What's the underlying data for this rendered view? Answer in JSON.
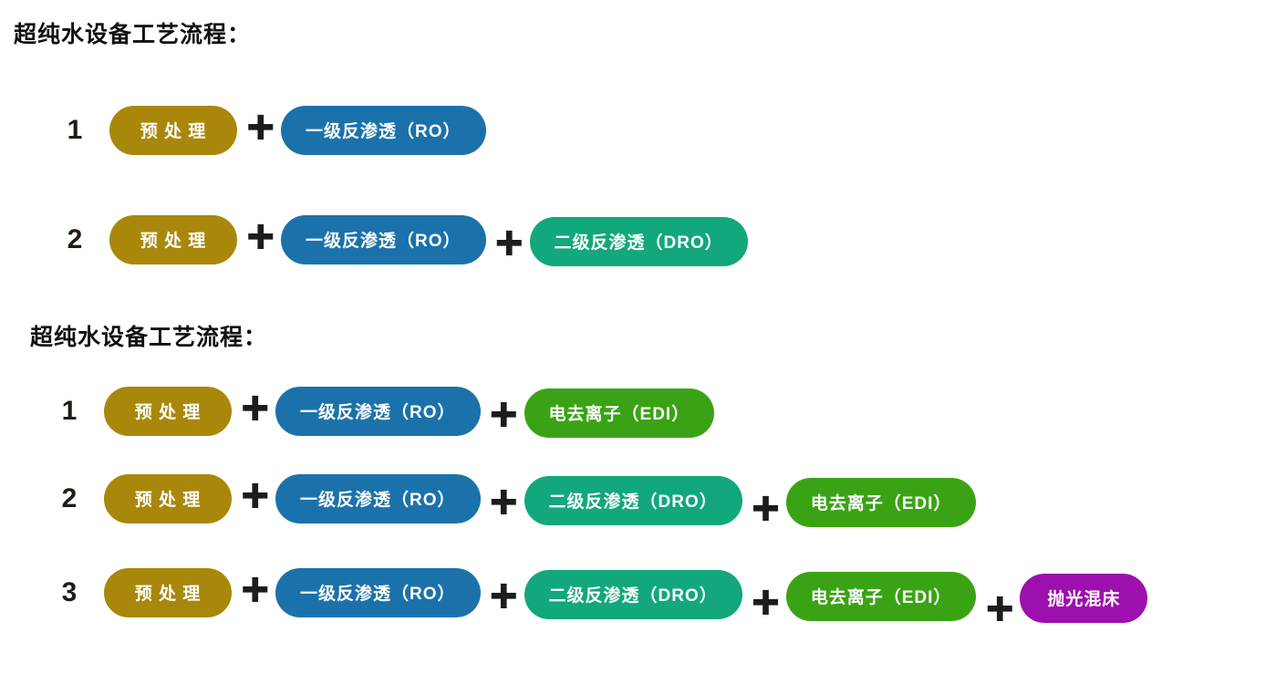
{
  "background": "#ffffff",
  "palette": {
    "gold": "#a9870b",
    "blue": "#1b72ab",
    "teal": "#12a77c",
    "green": "#3aa315",
    "purple": "#9c10ad",
    "plus_color": "#1c1c1c",
    "number_color": "#241a15",
    "title_color": "#111111"
  },
  "icons": {
    "plus": "+"
  },
  "sections": [
    {
      "title": "超纯水设备工艺流程：",
      "rows": [
        {
          "number": "1",
          "steps": [
            {
              "label": "预 处 理",
              "color": "gold"
            },
            {
              "label": "一级反渗透（RO）",
              "color": "blue"
            }
          ]
        },
        {
          "number": "2",
          "steps": [
            {
              "label": "预 处 理",
              "color": "gold"
            },
            {
              "label": "一级反渗透（RO）",
              "color": "blue"
            },
            {
              "label": "二级反渗透（DRO）",
              "color": "teal"
            }
          ]
        }
      ]
    },
    {
      "title": "超纯水设备工艺流程：",
      "rows": [
        {
          "number": "1",
          "steps": [
            {
              "label": "预 处 理",
              "color": "gold"
            },
            {
              "label": "一级反渗透（RO）",
              "color": "blue"
            },
            {
              "label": "电去离子（EDI）",
              "color": "green"
            }
          ]
        },
        {
          "number": "2",
          "steps": [
            {
              "label": "预 处 理",
              "color": "gold"
            },
            {
              "label": "一级反渗透（RO）",
              "color": "blue"
            },
            {
              "label": "二级反渗透（DRO）",
              "color": "teal"
            },
            {
              "label": "电去离子（EDI）",
              "color": "green"
            }
          ]
        },
        {
          "number": "3",
          "steps": [
            {
              "label": "预 处 理",
              "color": "gold"
            },
            {
              "label": "一级反渗透（RO）",
              "color": "blue"
            },
            {
              "label": "二级反渗透（DRO）",
              "color": "teal"
            },
            {
              "label": "电去离子（EDI）",
              "color": "green"
            },
            {
              "label": "抛光混床",
              "color": "purple"
            }
          ]
        }
      ]
    }
  ]
}
